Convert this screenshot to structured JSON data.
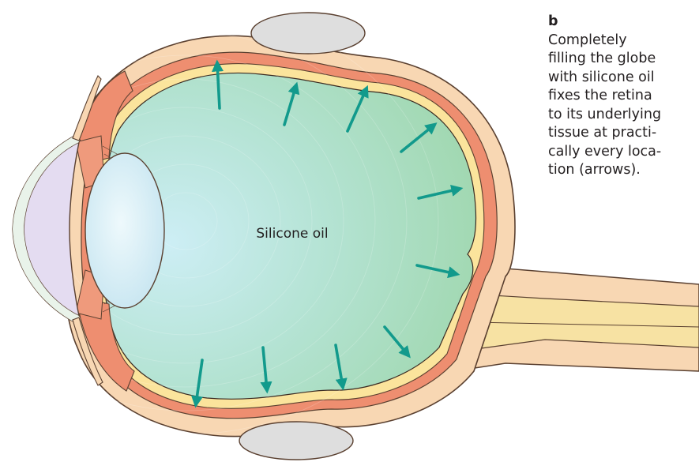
{
  "figure": {
    "label_letter": "b",
    "caption_lines": [
      "Completely",
      "filling the globe",
      "with silicone oil",
      "fixes the retina",
      "to its underlying",
      "tissue at practi-",
      "cally every loca-",
      "tion (arrows)."
    ],
    "center_label": "Silicone oil"
  },
  "colors": {
    "sclera": "#f8d7b3",
    "choroid": "#ef8f6f",
    "retina": "#fbe7a0",
    "oil_center": "#c8ecf2",
    "oil_edge": "#9fd8b0",
    "lens": "#d5eef6",
    "cornea": "#e4dcf1",
    "muscle": "#dedede",
    "arrow": "#129a8c",
    "outline": "#3a2a22"
  }
}
